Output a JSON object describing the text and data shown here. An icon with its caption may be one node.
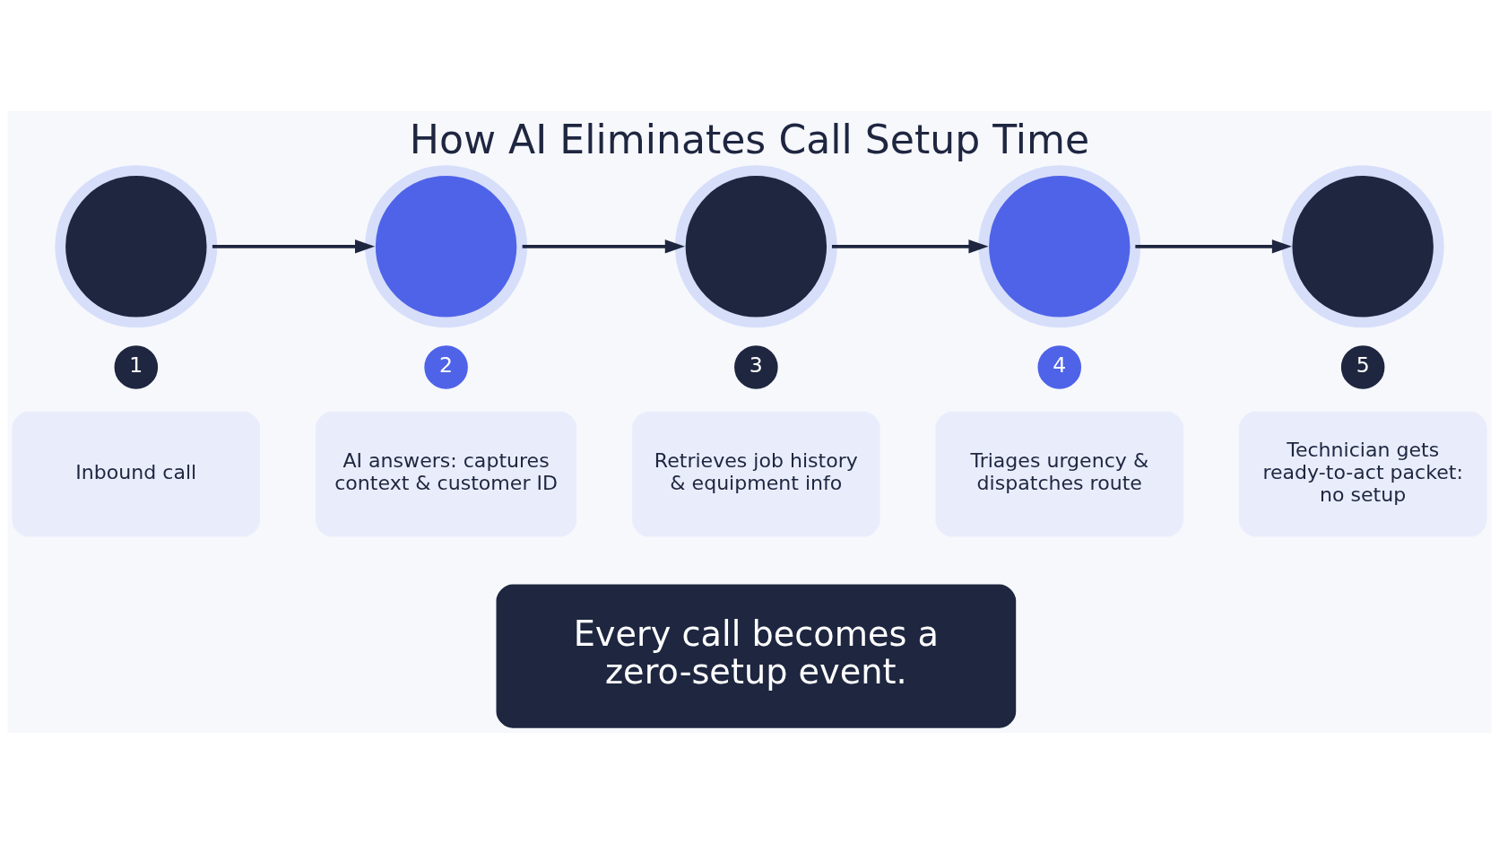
{
  "diagram": {
    "title": "How AI Eliminates Call Setup Time",
    "nodes": [
      {
        "text": [],
        "shape": "circle"
      },
      {
        "text": [
          "1"
        ]
      },
      {
        "text": [
          "Inbound call"
        ]
      },
      {
        "text": [],
        "shape": "circle"
      },
      {
        "text": [
          "2"
        ]
      },
      {
        "text": [
          "AI answers: captures context & customer ID"
        ]
      },
      {
        "text": [],
        "shape": "circle"
      },
      {
        "text": [
          "3"
        ]
      },
      {
        "text": [
          "Retrieves job history & equipment info"
        ]
      },
      {
        "text": [],
        "shape": "circle"
      },
      {
        "text": [
          "4"
        ]
      },
      {
        "text": [
          "Triages urgency & dispatches route"
        ]
      },
      {
        "text": [],
        "shape": "circle"
      },
      {
        "text": [
          "5"
        ]
      },
      {
        "text": [
          "Technician gets ready-to-act packet: no setup"
        ]
      },
      {
        "text": [
          "Every call becomes a zero-setup event."
        ]
      }
    ],
    "edges": [
      {
        "from": 0,
        "to": 3,
        "arrow": "to"
      },
      {
        "from": 3,
        "to": 6,
        "arrow": "to"
      },
      {
        "from": 6,
        "to": 9,
        "arrow": "to"
      },
      {
        "from": 9,
        "to": 12,
        "arrow": "to"
      }
    ]
  }
}
